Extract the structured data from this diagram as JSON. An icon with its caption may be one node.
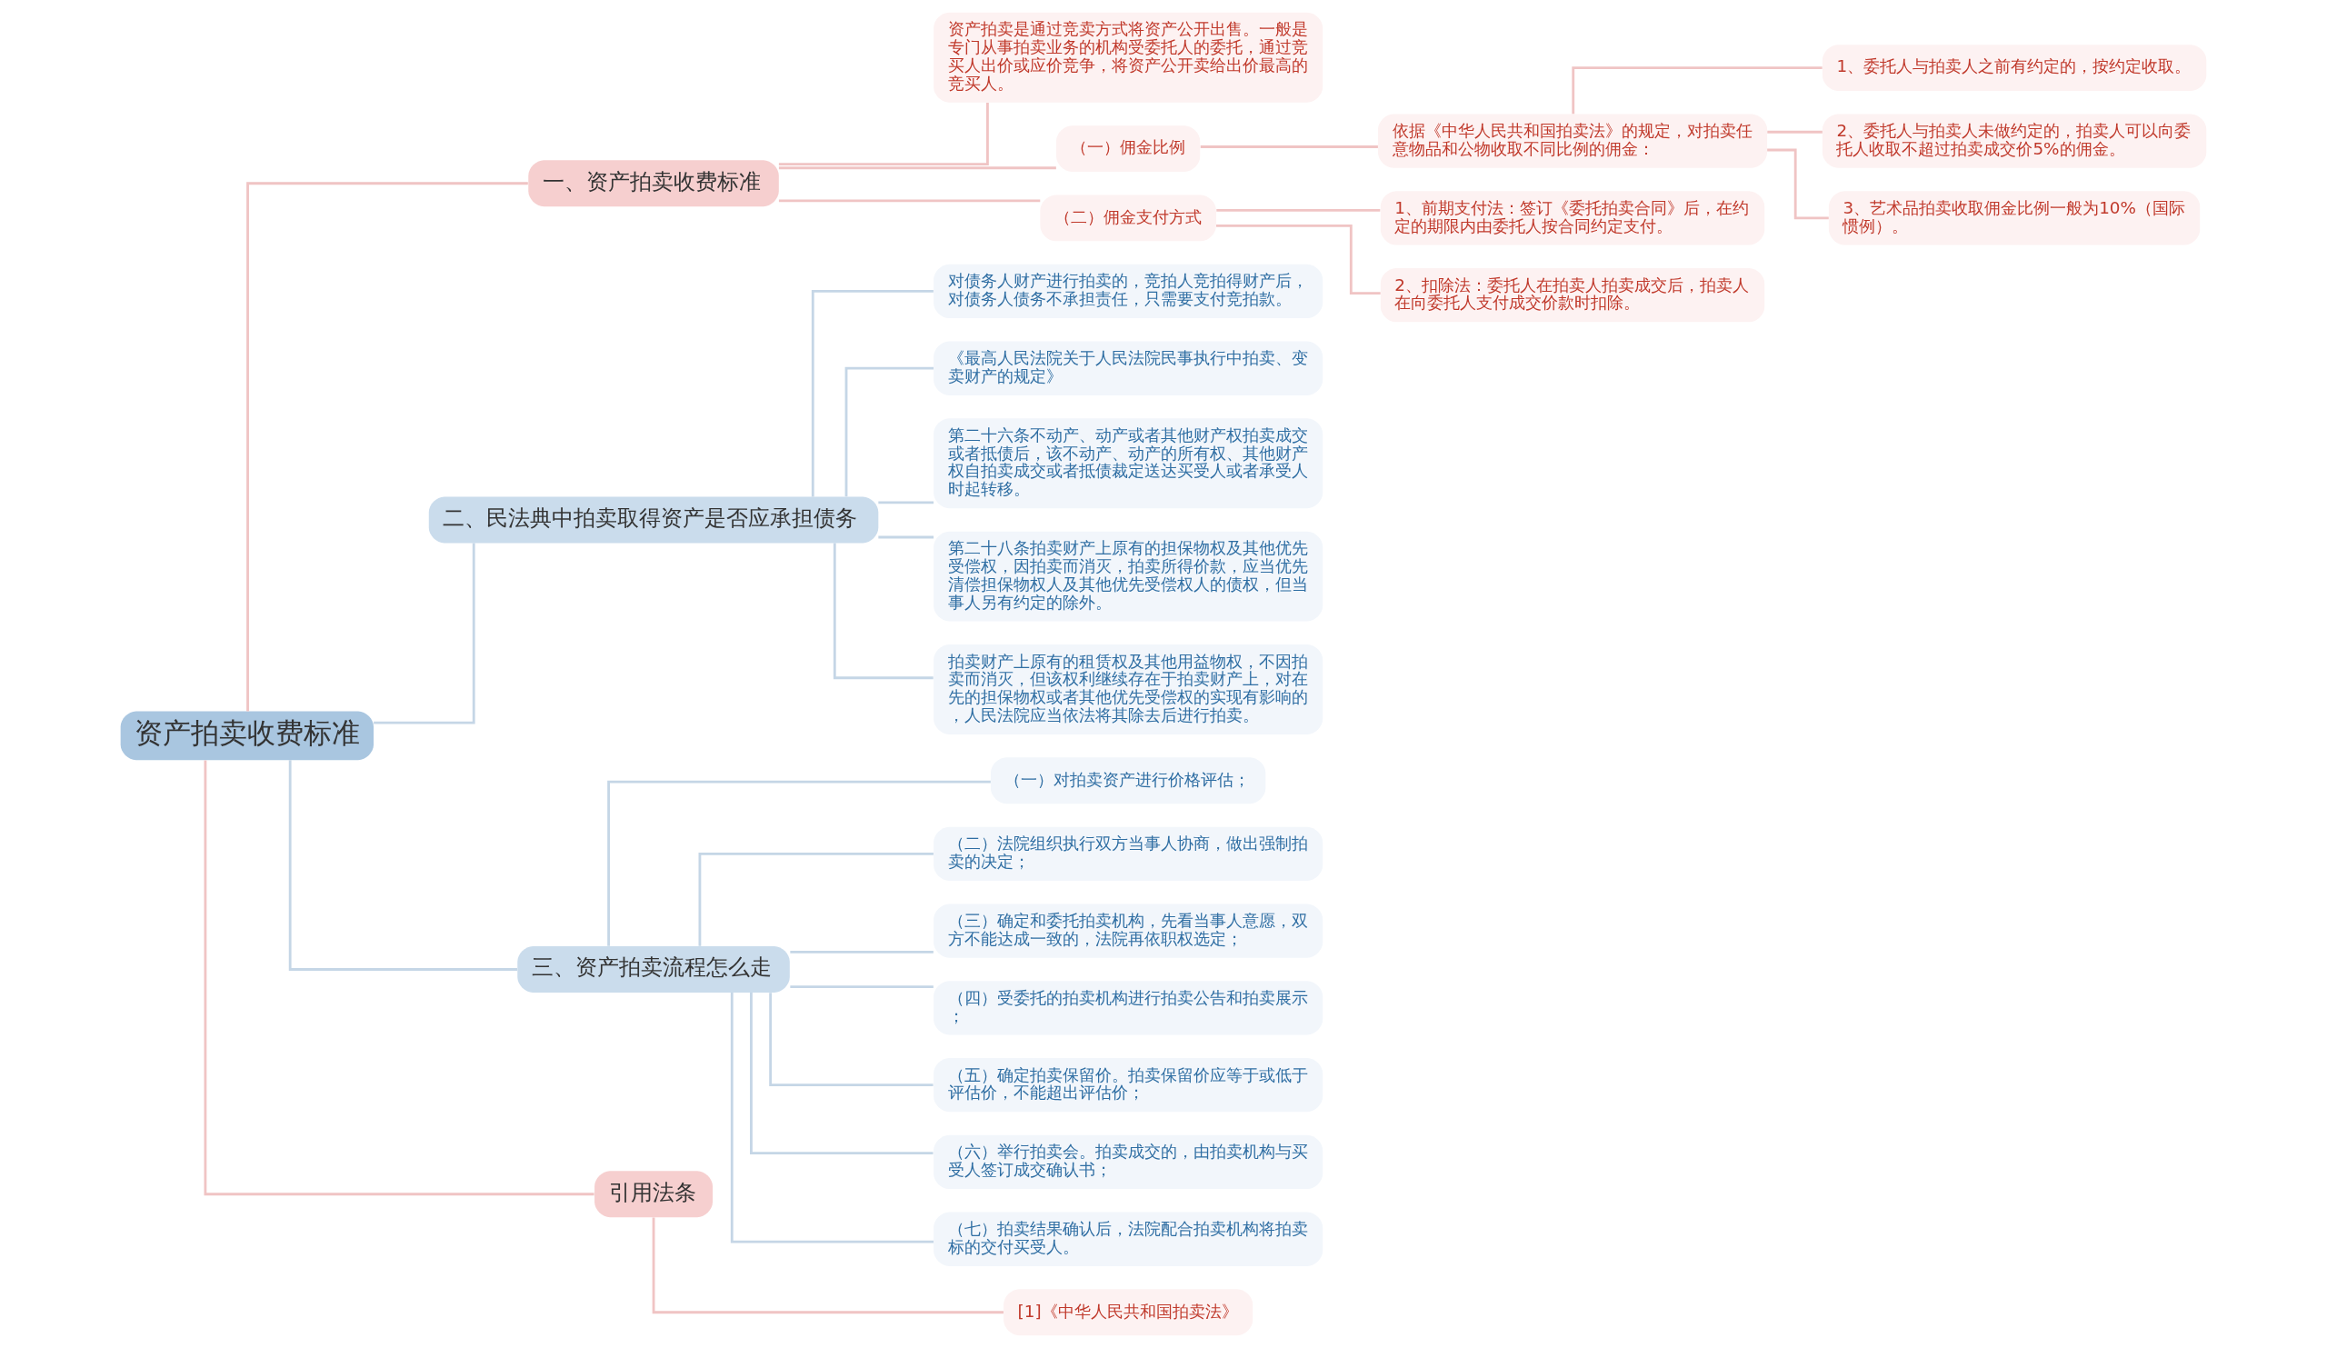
{
  "diagram": {
    "nodes": [
      {
        "text": [
          "资产拍卖收费标准"
        ]
      },
      {
        "text": [
          "一、资产拍卖收费标准"
        ]
      },
      {
        "text": [
          "资产拍卖是通过竞卖方式将资产公开出售。一般是专门从事拍卖业务的机构受委托人的委托，通过竞买人出价或应价竞争，将资产公开卖给出价最高的竞买人。"
        ]
      },
      {
        "text": [
          "（一）佣金比例"
        ]
      },
      {
        "text": [
          "依据《中华人民共和国拍卖法》的规定，对拍卖任意物品和公物收取不同比例的佣金："
        ]
      },
      {
        "text": [
          "1、委托人与拍卖人之前有约定的，按约定收取。"
        ]
      },
      {
        "text": [
          "2、委托人与拍卖人未做约定的，拍卖人可以向委托人收取不超过拍卖成交价5%的佣金。"
        ]
      },
      {
        "text": [
          "3、艺术品拍卖收取佣金比例一般为10%（国际惯例）。"
        ]
      },
      {
        "text": [
          "（二）佣金支付方式"
        ]
      },
      {
        "text": [
          "1、前期支付法：签订《委托拍卖合同》后，在约定的期限内由委托人按合同约定支付。"
        ]
      },
      {
        "text": [
          "2、扣除法：委托人在拍卖人拍卖成交后，拍卖人在向委托人支付成交价款时扣除。"
        ]
      },
      {
        "text": [
          "二、民法典中拍卖取得资产是否应承担债务"
        ]
      },
      {
        "text": [
          "对债务人财产进行拍卖的，竞拍人竞拍得财产后，对债务人债务不承担责任，只需要支付竞拍款。"
        ]
      },
      {
        "text": [
          "《最高人民法院关于人民法院民事执行中拍卖、变卖财产的规定》"
        ]
      },
      {
        "text": [
          "第二十六条不动产、动产或者其他财产权拍卖成交或者抵债后，该不动产、动产的所有权、其他财产权自拍卖成交或者抵债裁定送达买受人或者承受人时起转移。"
        ]
      },
      {
        "text": [
          "第二十八条拍卖财产上原有的担保物权及其他优先受偿权，因拍卖而消灭，拍卖所得价款，应当优先清偿担保物权人及其他优先受偿权人的债权，但当事人另有约定的除外。"
        ]
      },
      {
        "text": [
          "拍卖财产上原有的租赁权及其他用益物权，不因拍卖而消灭，但该权利继续存在于拍卖财产上，对在先的担保物权或者其他优先受偿权的实现有影响的，人民法院应当依法将其除去后进行拍卖。"
        ]
      },
      {
        "text": [
          "三、资产拍卖流程怎么走"
        ]
      },
      {
        "text": [
          "（一）对拍卖资产进行价格评估；"
        ]
      },
      {
        "text": [
          "（二）法院组织执行双方当事人协商，做出强制拍卖的决定；"
        ]
      },
      {
        "text": [
          "（三）确定和委托拍卖机构，先看当事人意愿，双方不能达成一致的，法院再依职权选定；"
        ]
      },
      {
        "text": [
          "（四）受委托的拍卖机构进行拍卖公告和拍卖展示；"
        ]
      },
      {
        "text": [
          "（五）确定拍卖保留价。拍卖保留价应等于或低于评估价，不能超出评估价；"
        ]
      },
      {
        "text": [
          "（六）举行拍卖会。拍卖成交的，由拍卖机构与买受人签订成交确认书；"
        ]
      },
      {
        "text": [
          "（七）拍卖结果确认后，法院配合拍卖机构将拍卖标的交付买受人。"
        ]
      },
      {
        "text": [
          "引用法条"
        ]
      },
      {
        "text": [
          "[1]《中华人民共和国拍卖法》"
        ]
      }
    ],
    "edges": [
      {
        "from": 0,
        "to": 1,
        "arrow": "none",
        "color": "#f0c4c4"
      },
      {
        "from": 1,
        "to": 2,
        "arrow": "none",
        "color": "#f0c4c4"
      },
      {
        "from": 1,
        "to": 3,
        "arrow": "none",
        "color": "#f0c4c4"
      },
      {
        "from": 3,
        "to": 4,
        "arrow": "none",
        "color": "#f0c4c4"
      },
      {
        "from": 4,
        "to": 5,
        "arrow": "none",
        "color": "#f0c4c4"
      },
      {
        "from": 4,
        "to": 6,
        "arrow": "none",
        "color": "#f0c4c4"
      },
      {
        "from": 4,
        "to": 7,
        "arrow": "none",
        "color": "#f0c4c4"
      },
      {
        "from": 1,
        "to": 8,
        "arrow": "none",
        "color": "#f0c4c4"
      },
      {
        "from": 8,
        "to": 9,
        "arrow": "none",
        "color": "#f0c4c4"
      },
      {
        "from": 8,
        "to": 10,
        "arrow": "none",
        "color": "#f0c4c4"
      },
      {
        "from": 0,
        "to": 11,
        "arrow": "none"
      },
      {
        "from": 11,
        "to": 12,
        "arrow": "none"
      },
      {
        "from": 11,
        "to": 13,
        "arrow": "none"
      },
      {
        "from": 11,
        "to": 14,
        "arrow": "none"
      },
      {
        "from": 11,
        "to": 15,
        "arrow": "none"
      },
      {
        "from": 11,
        "to": 16,
        "arrow": "none"
      },
      {
        "from": 0,
        "to": 17,
        "arrow": "none"
      },
      {
        "from": 17,
        "to": 18,
        "arrow": "none"
      },
      {
        "from": 17,
        "to": 19,
        "arrow": "none"
      },
      {
        "from": 17,
        "to": 20,
        "arrow": "none"
      },
      {
        "from": 17,
        "to": 21,
        "arrow": "none"
      },
      {
        "from": 17,
        "to": 22,
        "arrow": "none"
      },
      {
        "from": 17,
        "to": 23,
        "arrow": "none"
      },
      {
        "from": 17,
        "to": 24,
        "arrow": "none"
      },
      {
        "from": 0,
        "to": 25,
        "arrow": "none",
        "color": "#f0c4c4"
      },
      {
        "from": 25,
        "to": 26,
        "arrow": "none",
        "color": "#f0c4c4"
      }
    ]
  }
}
